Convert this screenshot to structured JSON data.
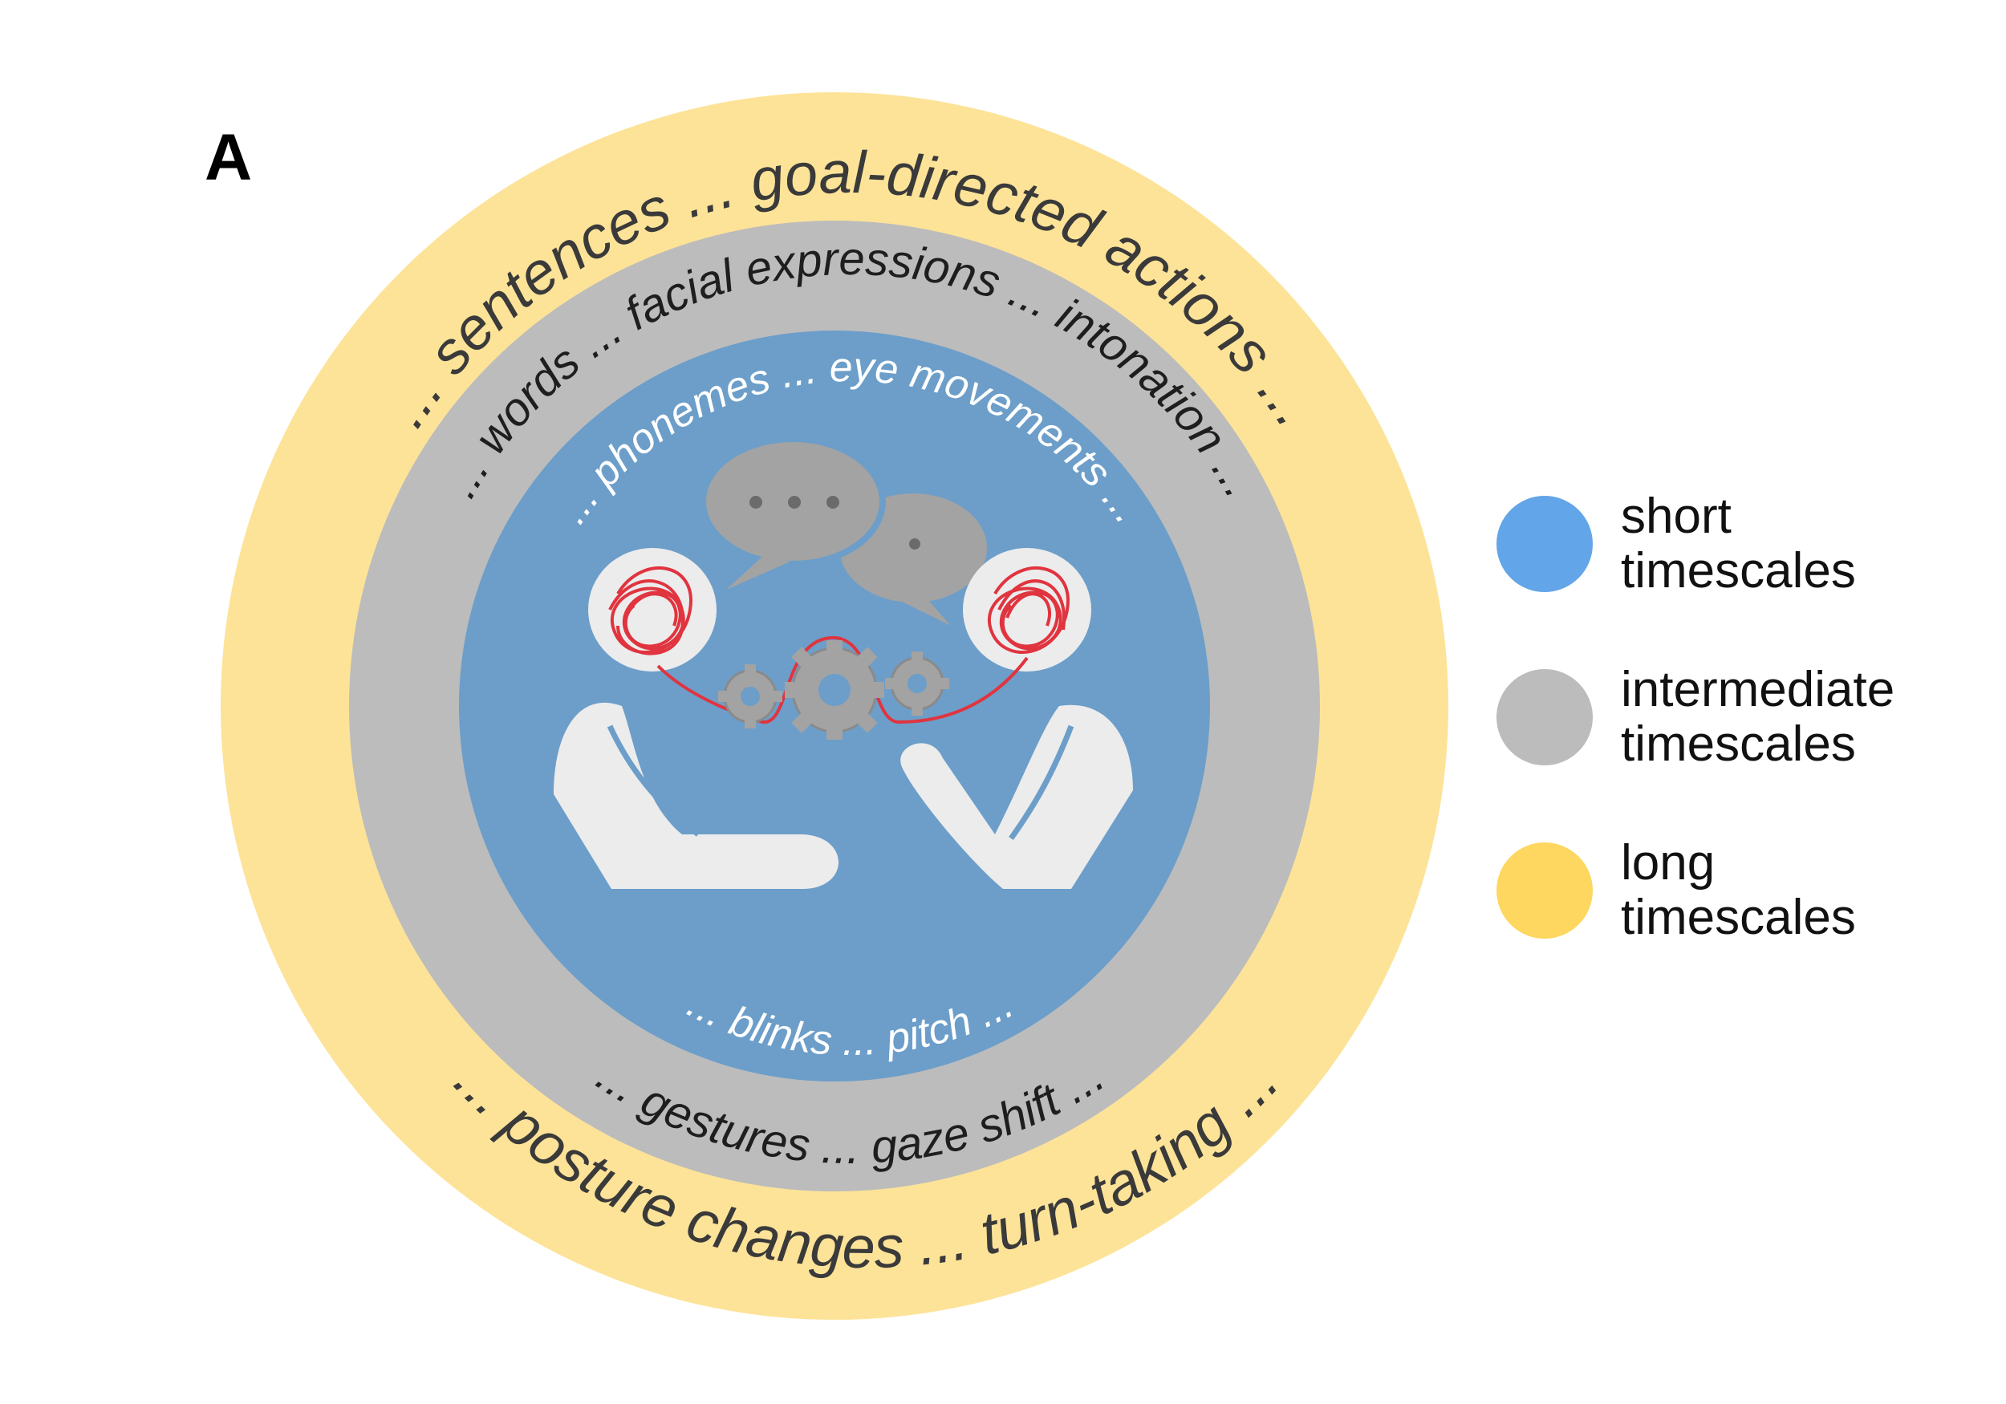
{
  "panel_label": "A",
  "rings": {
    "outer": {
      "color": "#fde398",
      "top_text": "... sentences ... goal-directed actions ...",
      "bottom_text": "... posture changes ... turn-taking ..."
    },
    "middle": {
      "color": "#bcbcbc",
      "top_text": "... words ... facial expressions ... intonation ...",
      "bottom_text": "... gestures ... gaze shift ..."
    },
    "inner": {
      "color": "#6c9ec9",
      "top_text": "... phonemes ... eye movements ...",
      "bottom_text": "... blinks ... pitch ..."
    }
  },
  "legend": [
    {
      "color": "#62a5e8",
      "label": "short\ntimescales"
    },
    {
      "color": "#bcbcbc",
      "label": "intermediate\ntimescales"
    },
    {
      "color": "#fdd75f",
      "label": "long\ntimescales"
    }
  ],
  "icons": [
    "person-left-icon",
    "person-right-icon",
    "speech-bubble-icon",
    "gear-icon",
    "brain-scribble-icon"
  ],
  "accent_color": "#e0343f"
}
